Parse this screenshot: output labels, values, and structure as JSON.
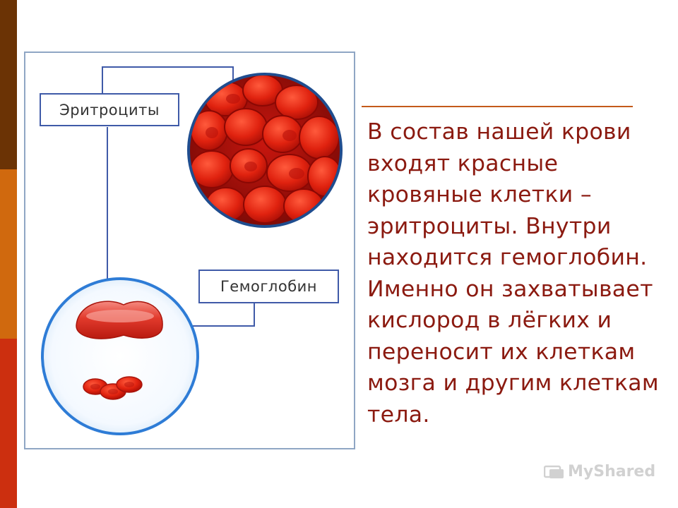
{
  "labels": {
    "erythrocytes": "Эритроциты",
    "hemoglobin": "Гемоглобин"
  },
  "body_text": "В состав нашей крови входят красные кровяные клетки – эритроциты. Внутри находится гемоглобин. Именно он захватывает кислород в лёгких и переносит их клеткам мозга и другим клеткам тела.",
  "watermark": "MyShared",
  "colors": {
    "sidebar_top": "#6b3305",
    "sidebar_middle": "#d0690e",
    "sidebar_bottom": "#cc2f0f",
    "text": "#8b1a10",
    "rule": "#c45a1a",
    "label_border": "#3f5aa8",
    "panel_border": "#8fa6c4"
  }
}
